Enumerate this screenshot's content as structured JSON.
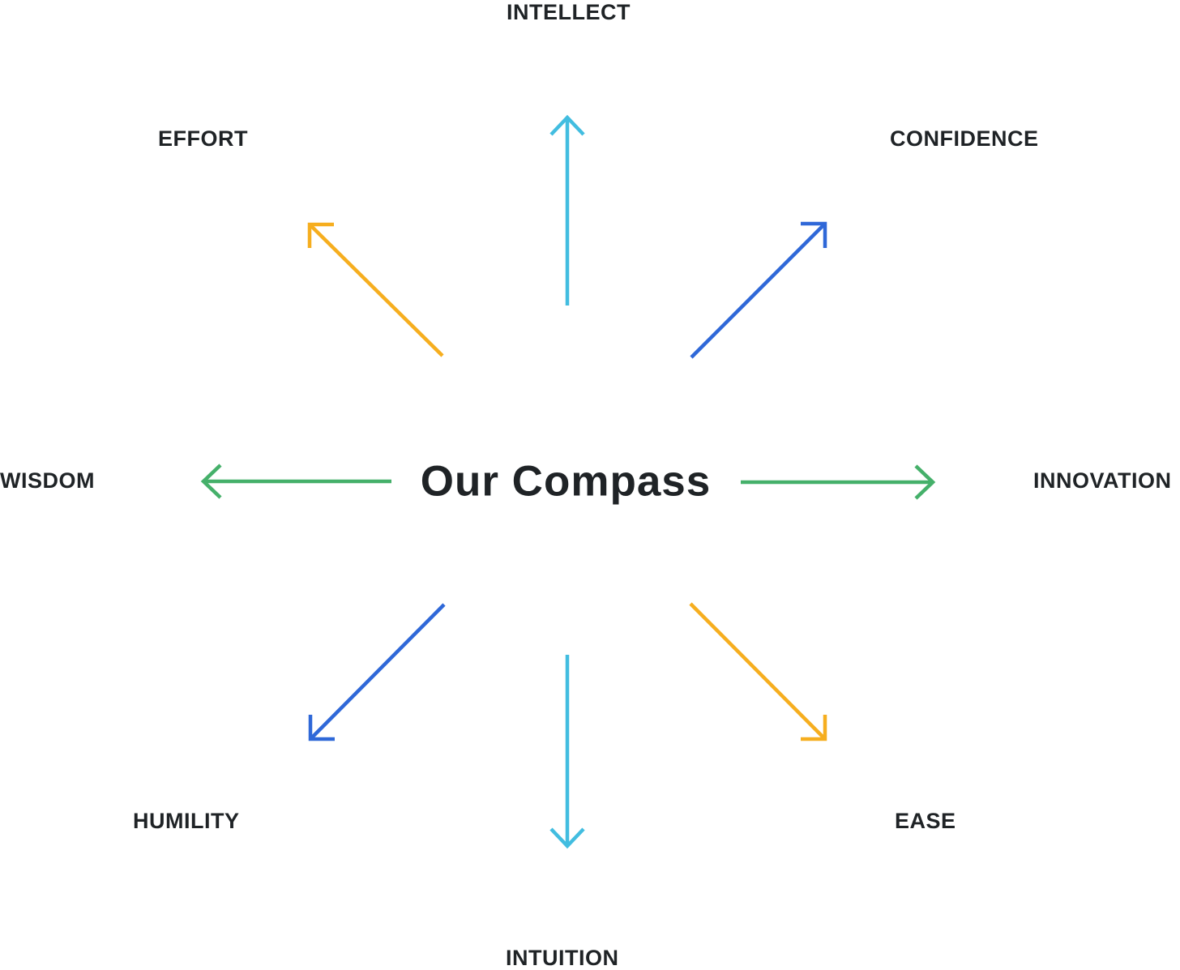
{
  "title": "Our Compass",
  "colors": {
    "text": "#1f2326",
    "cyan": "#42bde0",
    "blue": "#2f68d8",
    "green": "#45b06a",
    "orange": "#f6ae1f"
  },
  "directions": [
    {
      "id": "intellect",
      "label": "INTELLECT",
      "color": "cyan",
      "icon": "arrow-up-icon"
    },
    {
      "id": "confidence",
      "label": "CONFIDENCE",
      "color": "blue",
      "icon": "arrow-up-right-icon"
    },
    {
      "id": "innovation",
      "label": "INNOVATION",
      "color": "green",
      "icon": "arrow-right-icon"
    },
    {
      "id": "ease",
      "label": "EASE",
      "color": "orange",
      "icon": "arrow-down-right-icon"
    },
    {
      "id": "intuition",
      "label": "INTUITION",
      "color": "cyan",
      "icon": "arrow-down-icon"
    },
    {
      "id": "humility",
      "label": "HUMILITY",
      "color": "blue",
      "icon": "arrow-down-left-icon"
    },
    {
      "id": "wisdom",
      "label": "WISDOM",
      "color": "green",
      "icon": "arrow-left-icon"
    },
    {
      "id": "effort",
      "label": "EFFORT",
      "color": "orange",
      "icon": "arrow-up-left-icon"
    }
  ]
}
